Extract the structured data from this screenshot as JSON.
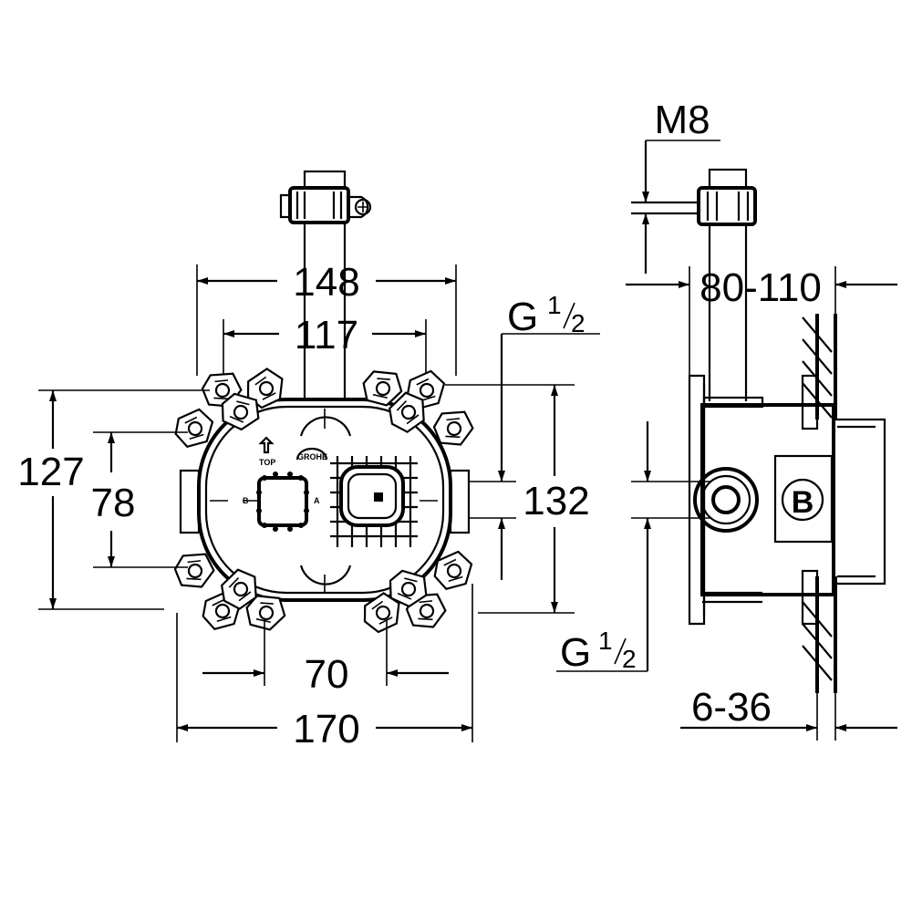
{
  "front_view": {
    "dim_width_outer": "148",
    "dim_width_inner": "117",
    "dim_height_outer": "127",
    "dim_height_inner": "78",
    "dim_height_right": "132",
    "dim_bottom_inner": "70",
    "dim_bottom_outer": "170",
    "thread_label_prefix": "G",
    "thread_label_num": "1",
    "thread_label_den": "2",
    "label_top": "TOP",
    "label_b": "B",
    "label_a": "A",
    "logo_text": "GROHE"
  },
  "side_view": {
    "dim_bolt": "M8",
    "dim_depth": "80-110",
    "dim_wall": "6-36",
    "thread_label_prefix": "G",
    "thread_label_num": "1",
    "thread_label_den": "2",
    "port_label": "B"
  }
}
